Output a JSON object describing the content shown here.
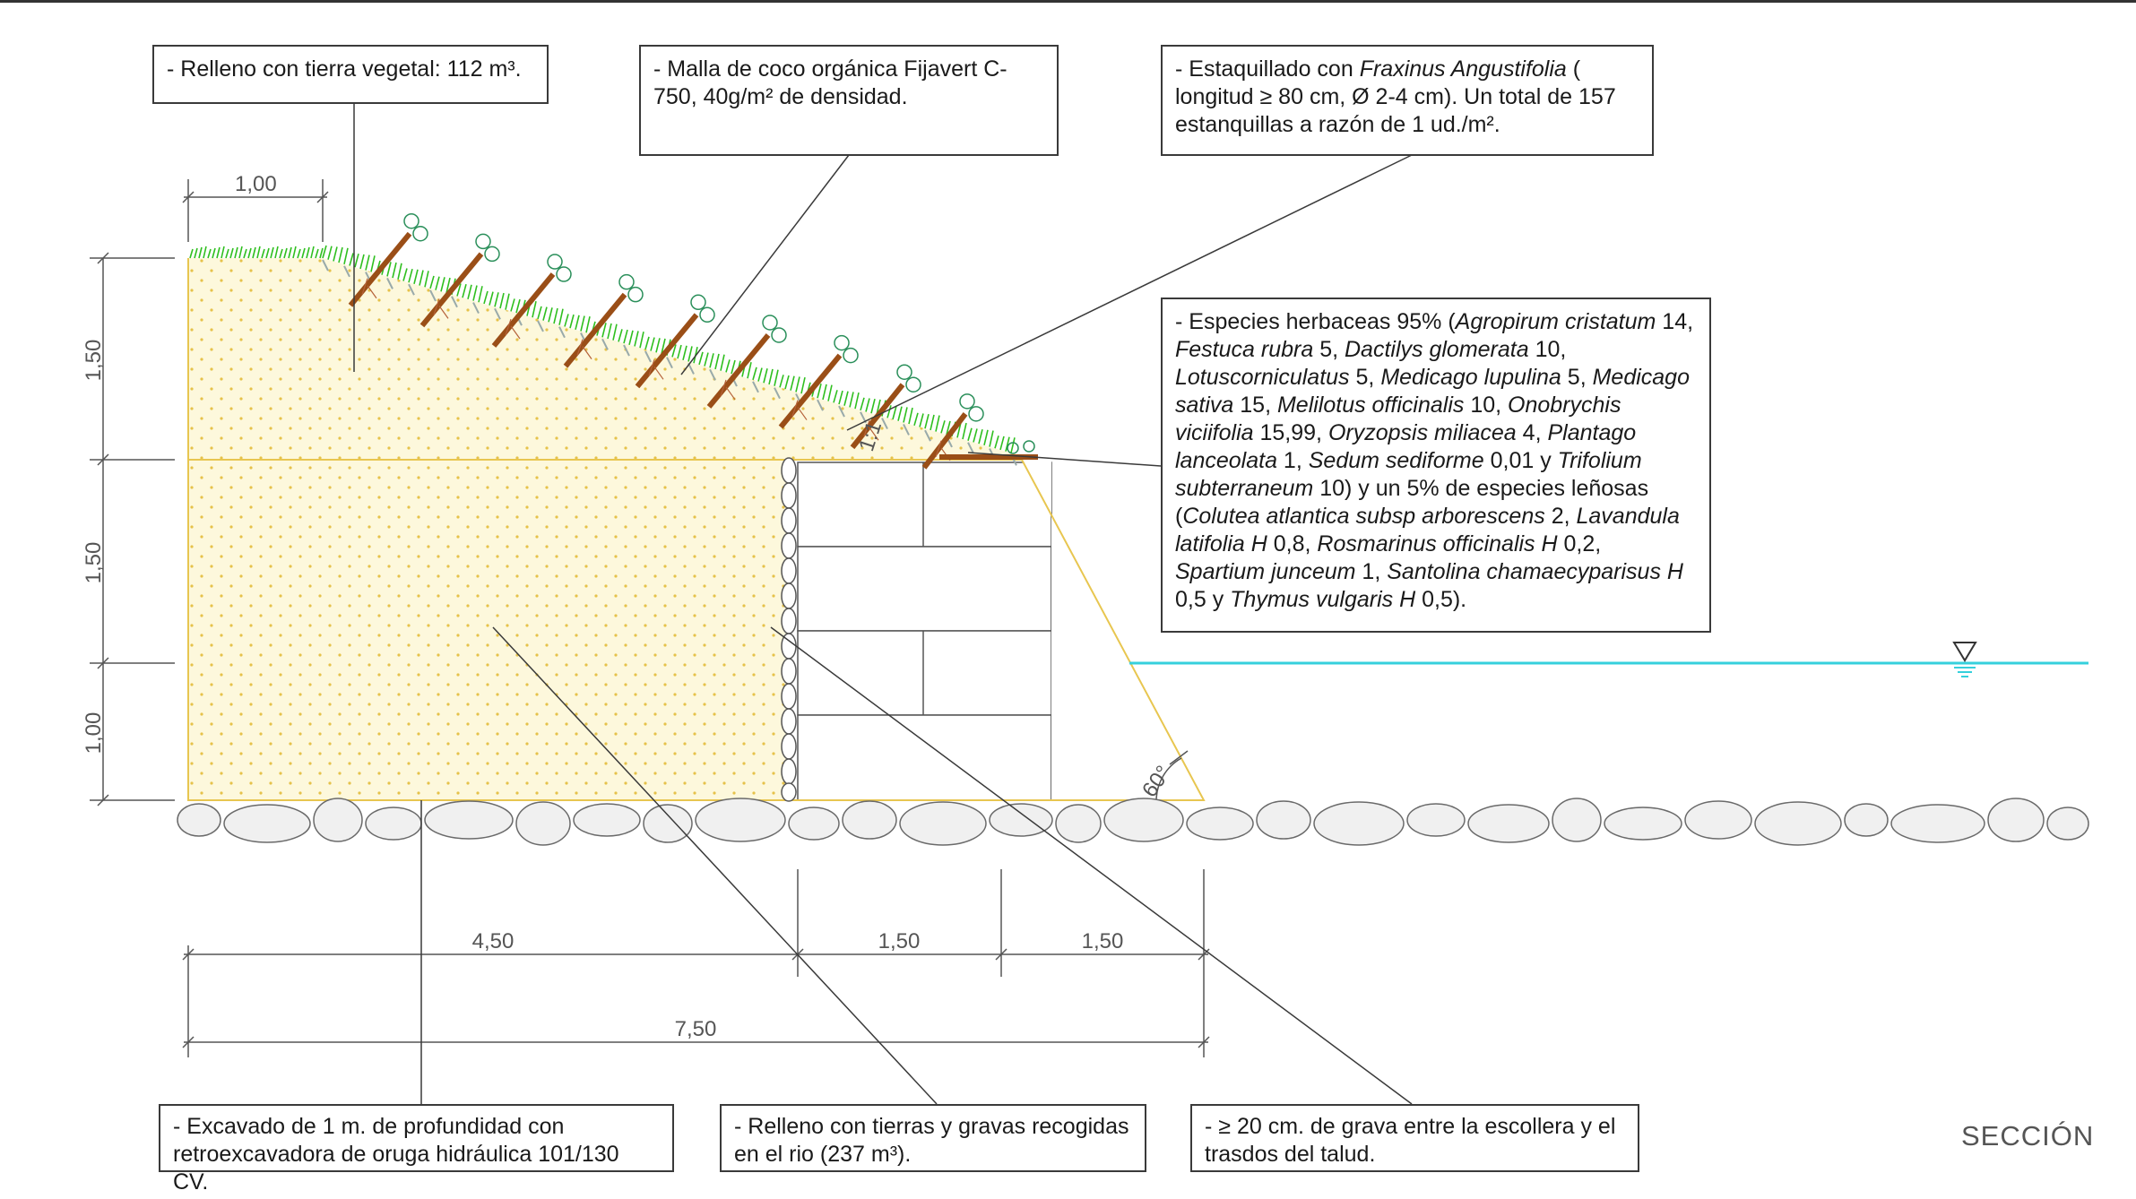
{
  "notes": {
    "relleno_tierra_vegetal": "- Relleno con tierra vegetal: 112 m³.",
    "malla_coco": "- Malla de coco orgánica Fijavert C-750, 40g/m² de densidad.",
    "estaquillado": {
      "prefix": "- Estaquillado con ",
      "species": "Fraxinus Angustifolia",
      "rest": " ( longitud ≥ 80 cm, Ø 2-4 cm). Un total de 157 estanquillas a razón de 1 ud./m²."
    },
    "especies": [
      {
        "t": "- Especies herbaceas 95% (",
        "i": false
      },
      {
        "t": "Agropirum cristatum",
        "i": true
      },
      {
        "t": " 14, ",
        "i": false
      },
      {
        "t": "Festuca rubra",
        "i": true
      },
      {
        "t": " 5, ",
        "i": false
      },
      {
        "t": "Dactilys glomerata",
        "i": true
      },
      {
        "t": " 10, ",
        "i": false
      },
      {
        "t": "Lotuscorniculatus",
        "i": true
      },
      {
        "t": " 5, ",
        "i": false
      },
      {
        "t": "Medicago lupulina",
        "i": true
      },
      {
        "t": " 5, ",
        "i": false
      },
      {
        "t": "Medicago sativa",
        "i": true
      },
      {
        "t": " 15, ",
        "i": false
      },
      {
        "t": "Melilotus officinalis",
        "i": true
      },
      {
        "t": " 10, ",
        "i": false
      },
      {
        "t": "Onobrychis viciifolia",
        "i": true
      },
      {
        "t": " 15,99, ",
        "i": false
      },
      {
        "t": "Oryzopsis miliacea",
        "i": true
      },
      {
        "t": " 4, ",
        "i": false
      },
      {
        "t": "Plantago lanceolata",
        "i": true
      },
      {
        "t": " 1, ",
        "i": false
      },
      {
        "t": "Sedum sediforme",
        "i": true
      },
      {
        "t": " 0,01 y ",
        "i": false
      },
      {
        "t": "Trifolium subterraneum",
        "i": true
      },
      {
        "t": " 10) y un 5% de especies leñosas (",
        "i": false
      },
      {
        "t": "Colutea atlantica subsp arborescens",
        "i": true
      },
      {
        "t": " 2, ",
        "i": false
      },
      {
        "t": "Lavandula latifolia H",
        "i": true
      },
      {
        "t": " 0,8, ",
        "i": false
      },
      {
        "t": "Rosmarinus officinalis H",
        "i": true
      },
      {
        "t": " 0,2, ",
        "i": false
      },
      {
        "t": "Spartium junceum",
        "i": true
      },
      {
        "t": " 1, ",
        "i": false
      },
      {
        "t": "Santolina chamaecyparisus H",
        "i": true
      },
      {
        "t": " 0,5 y ",
        "i": false
      },
      {
        "t": "Thymus vulgaris H",
        "i": true
      },
      {
        "t": " 0,5).",
        "i": false
      }
    ],
    "excavado": "-  Excavado de 1 m. de profundidad con retroexcavadora de oruga hidráulica 101/130 CV.",
    "relleno_gravas": "-  Relleno con tierras y gravas recogidas en el rio (237 m³).",
    "grava_escollera": "-  ≥ 20 cm. de grava entre la escollera y el trasdos del talud."
  },
  "dimensions": {
    "top_width": "1,00",
    "height_upper": "1,50",
    "height_middle": "1,50",
    "height_lower": "1,00",
    "base_fill": "4,50",
    "base_wall": "1,50",
    "base_slope": "1,50",
    "base_total": "7,50",
    "slope_ratio": "1:1",
    "angle": "60°"
  },
  "section_label": "SECCIÓN",
  "colors": {
    "fill": "#fdf8dc",
    "dots": "#e6c24a",
    "outline": "#e8c650",
    "water": "#35d0dc",
    "grass": "#2fbf1f",
    "stake": "#9a4e17",
    "stone_fill": "#f0f0f0",
    "stone_stroke": "#6a6a6a",
    "leader": "#3a3a3a",
    "dimension": "#555555"
  }
}
